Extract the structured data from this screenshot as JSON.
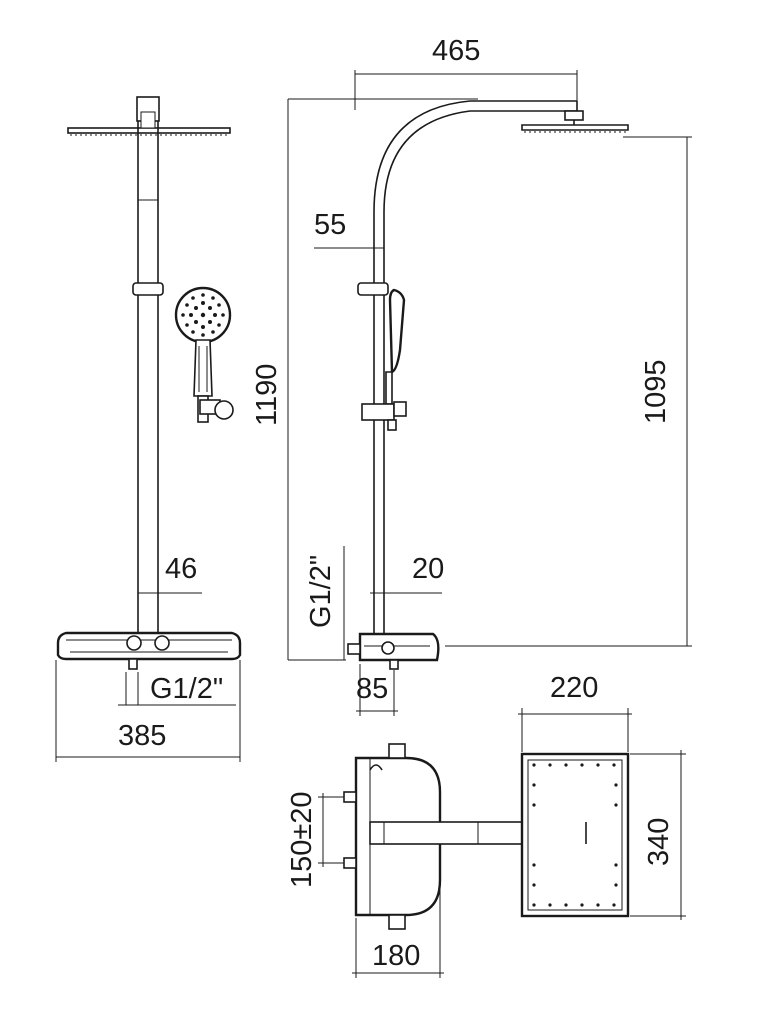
{
  "figure": {
    "front_view": {
      "dimensions": {
        "pipe_diameter": "46",
        "inlet_thread": "G1/2\"",
        "thermostat_width": "385"
      }
    },
    "side_view": {
      "dimensions": {
        "arm_reach": "465",
        "overall_height": "1190",
        "head_height": "1095",
        "wall_offset": "55",
        "inlet_thread": "G1/2\"",
        "pipe_offset": "20",
        "base_depth": "85"
      }
    },
    "top_view": {
      "dimensions": {
        "head_length": "220",
        "head_width": "340",
        "inlet_centers": "150±20",
        "body_depth": "180"
      }
    }
  }
}
